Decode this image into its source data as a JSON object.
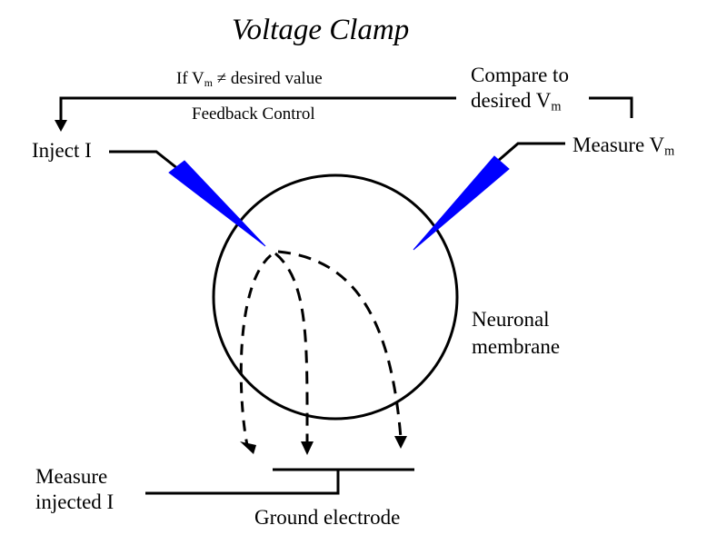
{
  "title": "Voltage Clamp",
  "labels": {
    "if_prefix": "If  V",
    "if_sub": "m",
    "if_suffix": " ≠ desired value",
    "feedback": "Feedback Control",
    "compare_line1": "Compare to",
    "compare_line2": "desired V",
    "compare_sub": "m",
    "inject": "Inject I",
    "measure_v": "Measure V",
    "measure_v_sub": "m",
    "neuronal_line1": "Neuronal",
    "neuronal_line2": "membrane",
    "measure_injected_line1": "Measure",
    "measure_injected_line2": "injected I",
    "ground": "Ground electrode"
  },
  "colors": {
    "electrode": "#0000ff",
    "line": "#000000",
    "background": "#ffffff"
  }
}
